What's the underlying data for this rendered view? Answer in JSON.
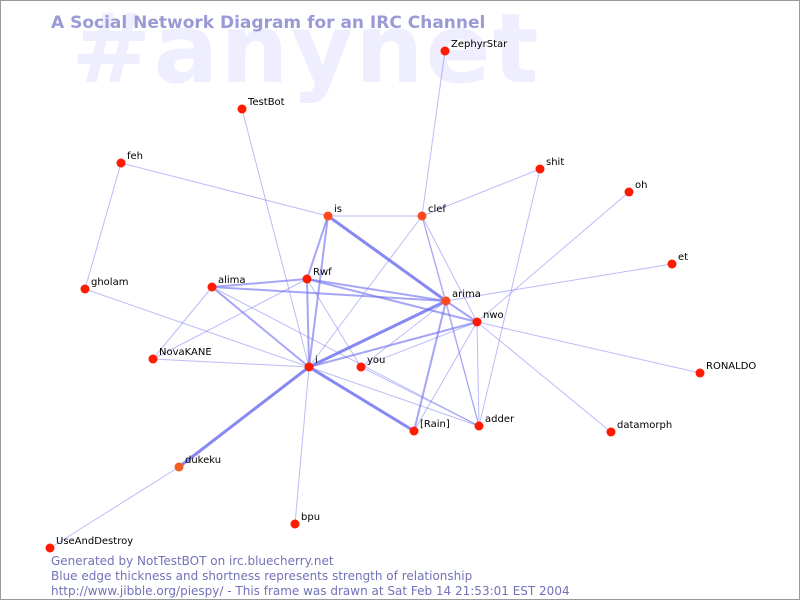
{
  "watermark": "#anynet",
  "title": "A Social Network Diagram for an IRC Channel",
  "colors": {
    "edge": "#6a6af0",
    "node_core": "#ff1a00",
    "node_mid": "#ff4a1a",
    "node_hub": "#f06020"
  },
  "nodes": [
    {
      "id": "ZephyrStar",
      "label": "ZephyrStar"
    },
    {
      "id": "TestBot",
      "label": "TestBot"
    },
    {
      "id": "feh",
      "label": "feh"
    },
    {
      "id": "shit",
      "label": "shit"
    },
    {
      "id": "is",
      "label": "is"
    },
    {
      "id": "clef",
      "label": "clef"
    },
    {
      "id": "oh",
      "label": "oh"
    },
    {
      "id": "et",
      "label": "et"
    },
    {
      "id": "gholam",
      "label": "gholam"
    },
    {
      "id": "alima",
      "label": "alima"
    },
    {
      "id": "Rwf",
      "label": "Rwf"
    },
    {
      "id": "arima",
      "label": "arima"
    },
    {
      "id": "nwo",
      "label": "nwo"
    },
    {
      "id": "NovaKANE",
      "label": "NovaKANE"
    },
    {
      "id": "i",
      "label": "i"
    },
    {
      "id": "you",
      "label": "you"
    },
    {
      "id": "RONALDO",
      "label": "RONALDO"
    },
    {
      "id": "Rain",
      "label": "[Rain]"
    },
    {
      "id": "adder",
      "label": "adder"
    },
    {
      "id": "datamorph",
      "label": "datamorph"
    },
    {
      "id": "dukeku",
      "label": "dukeku"
    },
    {
      "id": "bpu",
      "label": "bpu"
    },
    {
      "id": "UseAndDestroy",
      "label": "UseAndDestroy"
    }
  ],
  "edges": [
    {
      "source": "ZephyrStar",
      "target": "clef",
      "weight": 1
    },
    {
      "source": "TestBot",
      "target": "i",
      "weight": 1
    },
    {
      "source": "feh",
      "target": "is",
      "weight": 1
    },
    {
      "source": "feh",
      "target": "gholam",
      "weight": 1
    },
    {
      "source": "gholam",
      "target": "i",
      "weight": 1
    },
    {
      "source": "shit",
      "target": "clef",
      "weight": 1
    },
    {
      "source": "shit",
      "target": "adder",
      "weight": 1
    },
    {
      "source": "is",
      "target": "clef",
      "weight": 1
    },
    {
      "source": "is",
      "target": "Rwf",
      "weight": 2
    },
    {
      "source": "is",
      "target": "i",
      "weight": 2
    },
    {
      "source": "is",
      "target": "arima",
      "weight": 3
    },
    {
      "source": "clef",
      "target": "i",
      "weight": 1
    },
    {
      "source": "clef",
      "target": "nwo",
      "weight": 1
    },
    {
      "source": "clef",
      "target": "arima",
      "weight": 1
    },
    {
      "source": "clef",
      "target": "adder",
      "weight": 1
    },
    {
      "source": "oh",
      "target": "nwo",
      "weight": 1
    },
    {
      "source": "et",
      "target": "arima",
      "weight": 1
    },
    {
      "source": "alima",
      "target": "Rwf",
      "weight": 2
    },
    {
      "source": "alima",
      "target": "arima",
      "weight": 2
    },
    {
      "source": "alima",
      "target": "i",
      "weight": 2
    },
    {
      "source": "alima",
      "target": "NovaKANE",
      "weight": 1
    },
    {
      "source": "alima",
      "target": "adder",
      "weight": 1
    },
    {
      "source": "Rwf",
      "target": "arima",
      "weight": 2
    },
    {
      "source": "Rwf",
      "target": "nwo",
      "weight": 2
    },
    {
      "source": "Rwf",
      "target": "i",
      "weight": 2
    },
    {
      "source": "Rwf",
      "target": "you",
      "weight": 1
    },
    {
      "source": "Rwf",
      "target": "NovaKANE",
      "weight": 1
    },
    {
      "source": "arima",
      "target": "i",
      "weight": 3
    },
    {
      "source": "arima",
      "target": "nwo",
      "weight": 2
    },
    {
      "source": "arima",
      "target": "Rain",
      "weight": 2
    },
    {
      "source": "arima",
      "target": "adder",
      "weight": 1
    },
    {
      "source": "arima",
      "target": "you",
      "weight": 1
    },
    {
      "source": "nwo",
      "target": "i",
      "weight": 2
    },
    {
      "source": "nwo",
      "target": "you",
      "weight": 1
    },
    {
      "source": "nwo",
      "target": "Rain",
      "weight": 1
    },
    {
      "source": "nwo",
      "target": "adder",
      "weight": 1
    },
    {
      "source": "nwo",
      "target": "RONALDO",
      "weight": 1
    },
    {
      "source": "nwo",
      "target": "datamorph",
      "weight": 1
    },
    {
      "source": "NovaKANE",
      "target": "i",
      "weight": 1
    },
    {
      "source": "i",
      "target": "Rain",
      "weight": 3
    },
    {
      "source": "i",
      "target": "adder",
      "weight": 1
    },
    {
      "source": "i",
      "target": "dukeku",
      "weight": 3
    },
    {
      "source": "i",
      "target": "bpu",
      "weight": 1
    },
    {
      "source": "you",
      "target": "adder",
      "weight": 1
    },
    {
      "source": "dukeku",
      "target": "UseAndDestroy",
      "weight": 1
    }
  ],
  "footer": {
    "line1": "Generated by NotTestBOT on irc.bluecherry.net",
    "line2": "Blue edge thickness and shortness represents strength of relationship",
    "line3": "http://www.jibble.org/piespy/ - This frame was drawn at Sat Feb 14 21:53:01 EST 2004"
  }
}
